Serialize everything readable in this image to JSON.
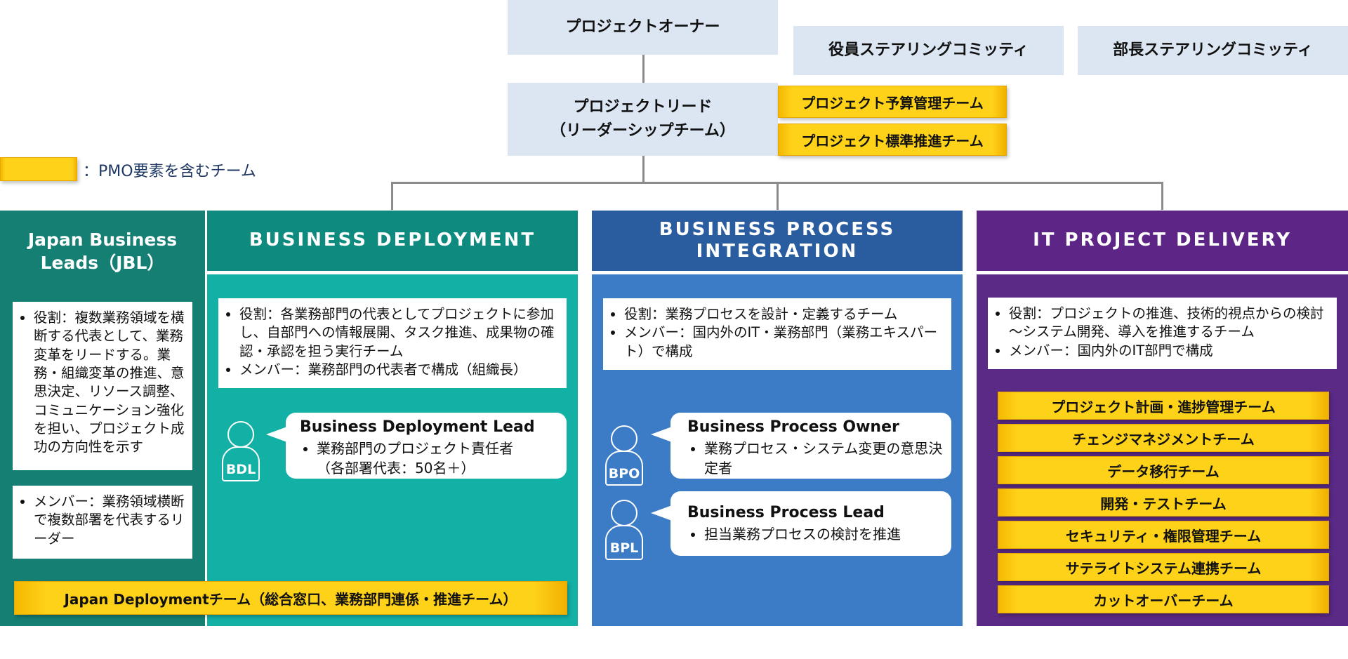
{
  "top": {
    "owner": "プロジェクトオーナー",
    "exec_committee": "役員ステアリングコミッティ",
    "dept_committee": "部長ステアリングコミッティ",
    "lead_line1": "プロジェクトリード",
    "lead_line2": "（リーダーシップチーム）",
    "budget_team": "プロジェクト予算管理チーム",
    "standard_team": "プロジェクト標準推進チーム"
  },
  "legend": {
    "label": "：PMO要素を含むチーム"
  },
  "jbl": {
    "title_line1": "Japan Business",
    "title_line2": "Leads（JBL）",
    "role": "役割：複数業務領域を横断する代表として、業務変革をリードする。業務・組織変革の推進、意思決定、リソース調整、コミュニケーション強化を担い、プロジェクト成功の方向性を示す",
    "member": "メンバー：業務領域横断で複数部署を代表するリーダー"
  },
  "bd": {
    "title": "BUSINESS DEPLOYMENT",
    "role": "役割：各業務部門の代表としてプロジェクトに参加し、自部門への情報展開、タスク推進、成果物の確認・承認を担う実行チーム",
    "member": "メンバー：業務部門の代表者で構成（組織長）",
    "icon_label": "BDL",
    "lead_title": "Business Deployment Lead",
    "lead_item1": "業務部門のプロジェクト責任者",
    "lead_item2": "（各部署代表：50名＋）"
  },
  "japan_deployment": "Japan Deploymentチーム（総合窓口、業務部門連係・推進チーム）",
  "bpi": {
    "title_line1": "BUSINESS PROCESS",
    "title_line2": "INTEGRATION",
    "role": "役割：業務プロセスを設計・定義するチーム",
    "member": "メンバー：国内外のIT・業務部門（業務エキスパート）で構成",
    "owner_icon": "BPO",
    "owner_title": "Business Process Owner",
    "owner_item": "業務プロセス・システム変更の意思決定者",
    "lead_icon": "BPL",
    "lead_title": "Business Process Lead",
    "lead_item": "担当業務プロセスの検討を推進"
  },
  "itpd": {
    "title": "IT PROJECT DELIVERY",
    "role": "役割：プロジェクトの推進、技術的視点からの検討～システム開発、導入を推進するチーム",
    "member": "メンバー：国内外のIT部門で構成",
    "teams": [
      "プロジェクト計画・進捗管理チーム",
      "チェンジマネジメントチーム",
      "データ移行チーム",
      "開発・テストチーム",
      "セキュリティ・権限管理チーム",
      "サテライトシステム連携チーム",
      "カットオーバーチーム"
    ]
  },
  "colors": {
    "jbl_panel": "#167f74",
    "bd_head": "#0e8a7e",
    "bd_body": "#13b0a6",
    "bpi_head": "#2a5d9f",
    "bpi_body": "#3c7cc6",
    "itpd_head": "#5c2586",
    "itpd_body": "#5a2a86",
    "pmo_yellow": "#ffd21a",
    "light_box": "#dce6f2"
  }
}
